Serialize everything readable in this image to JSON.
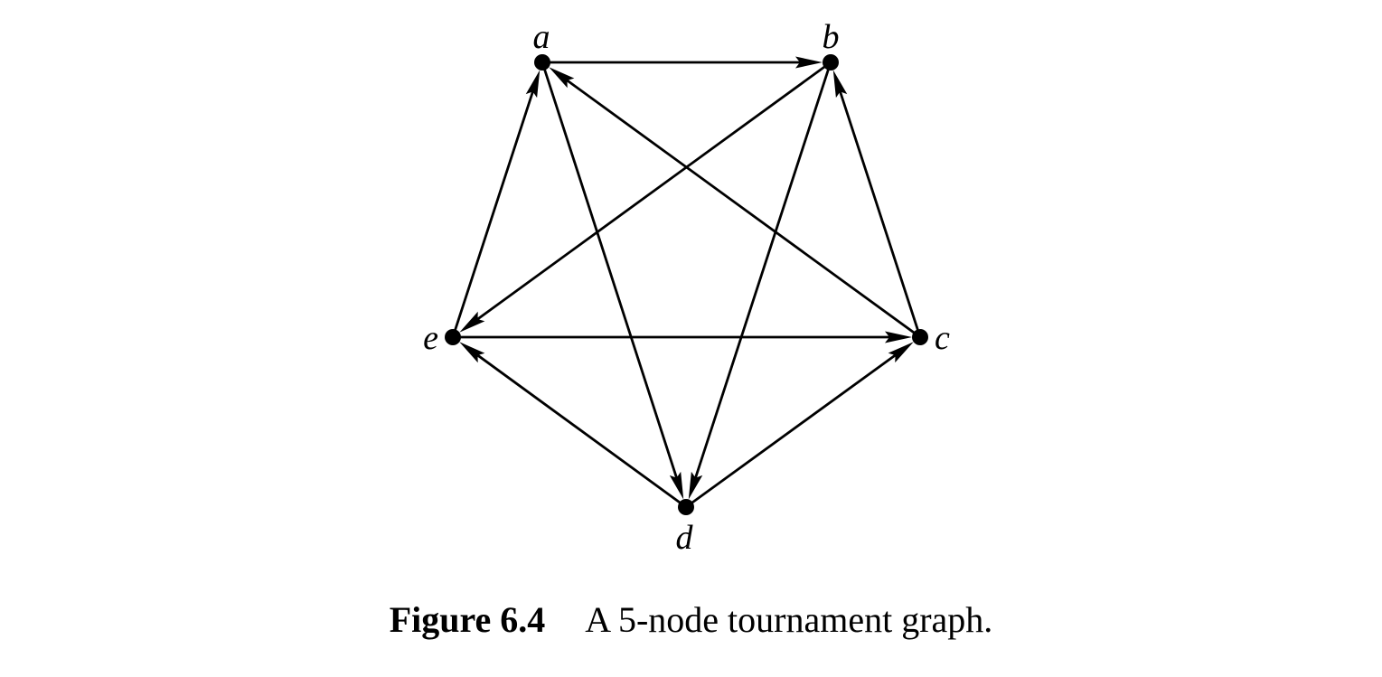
{
  "figure": {
    "caption_number": "Figure 6.4",
    "caption_text": "A 5-node tournament graph."
  },
  "graph": {
    "directed": true,
    "nodes": [
      {
        "id": "a",
        "label": "a"
      },
      {
        "id": "b",
        "label": "b"
      },
      {
        "id": "c",
        "label": "c"
      },
      {
        "id": "d",
        "label": "d"
      },
      {
        "id": "e",
        "label": "e"
      }
    ],
    "edges": [
      {
        "from": "a",
        "to": "b"
      },
      {
        "from": "a",
        "to": "d"
      },
      {
        "from": "b",
        "to": "e"
      },
      {
        "from": "b",
        "to": "d"
      },
      {
        "from": "c",
        "to": "a"
      },
      {
        "from": "c",
        "to": "b"
      },
      {
        "from": "e",
        "to": "a"
      },
      {
        "from": "e",
        "to": "c"
      },
      {
        "from": "d",
        "to": "c"
      },
      {
        "from": "d",
        "to": "e"
      }
    ]
  },
  "colors": {
    "ink": "#000000",
    "background": "#ffffff"
  }
}
